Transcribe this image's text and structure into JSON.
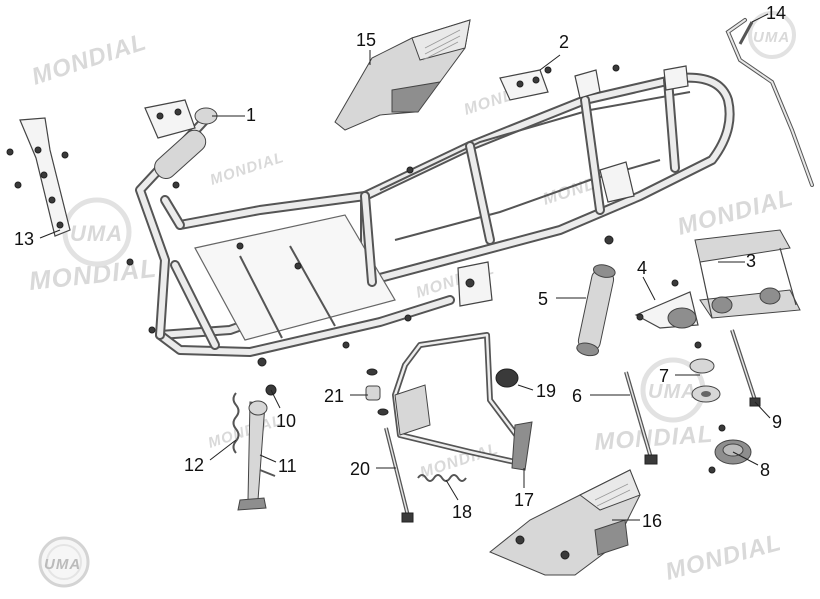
{
  "watermarks": {
    "mondial": "MONDIAL",
    "uma": "UMA"
  },
  "callouts": [
    {
      "id": "1",
      "label": "1"
    },
    {
      "id": "2",
      "label": "2"
    },
    {
      "id": "3",
      "label": "3"
    },
    {
      "id": "4",
      "label": "4"
    },
    {
      "id": "5",
      "label": "5"
    },
    {
      "id": "6",
      "label": "6"
    },
    {
      "id": "7",
      "label": "7"
    },
    {
      "id": "8",
      "label": "8"
    },
    {
      "id": "9",
      "label": "9"
    },
    {
      "id": "10",
      "label": "10"
    },
    {
      "id": "11",
      "label": "11"
    },
    {
      "id": "12",
      "label": "12"
    },
    {
      "id": "13",
      "label": "13"
    },
    {
      "id": "14",
      "label": "14"
    },
    {
      "id": "15",
      "label": "15"
    },
    {
      "id": "16",
      "label": "16"
    },
    {
      "id": "17",
      "label": "17"
    },
    {
      "id": "18",
      "label": "18"
    },
    {
      "id": "19",
      "label": "19"
    },
    {
      "id": "20",
      "label": "20"
    },
    {
      "id": "21",
      "label": "21"
    }
  ],
  "colors": {
    "background": "#ffffff",
    "line": "#222222",
    "watermark": "#d9d9d9"
  }
}
